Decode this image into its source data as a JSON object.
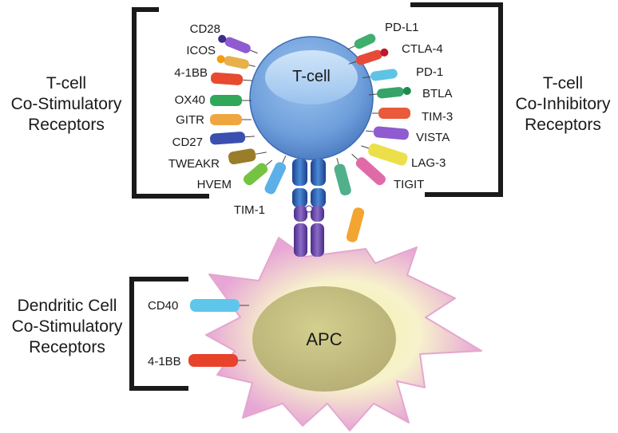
{
  "groups": {
    "tcell_costim": "T-cell\nCo-Stimulatory\nReceptors",
    "tcell_coinhib": "T-cell\nCo-Inhibitory\nReceptors",
    "dc_costim": "Dendritic Cell\nCo-Stimulatory\nReceptors"
  },
  "cells": {
    "tcell": "T-cell",
    "apc": "APC"
  },
  "costim_receptors": [
    "CD28",
    "ICOS",
    "4-1BB",
    "OX40",
    "GITR",
    "CD27",
    "TWEAKR",
    "HVEM",
    "TIM-1"
  ],
  "coinhib_receptors": [
    "PD-L1",
    "CTLA-4",
    "PD-1",
    "BTLA",
    "TIM-3",
    "VISTA",
    "LAG-3",
    "TIGIT"
  ],
  "dc_receptors": [
    "CD40",
    "4-1BB"
  ]
}
